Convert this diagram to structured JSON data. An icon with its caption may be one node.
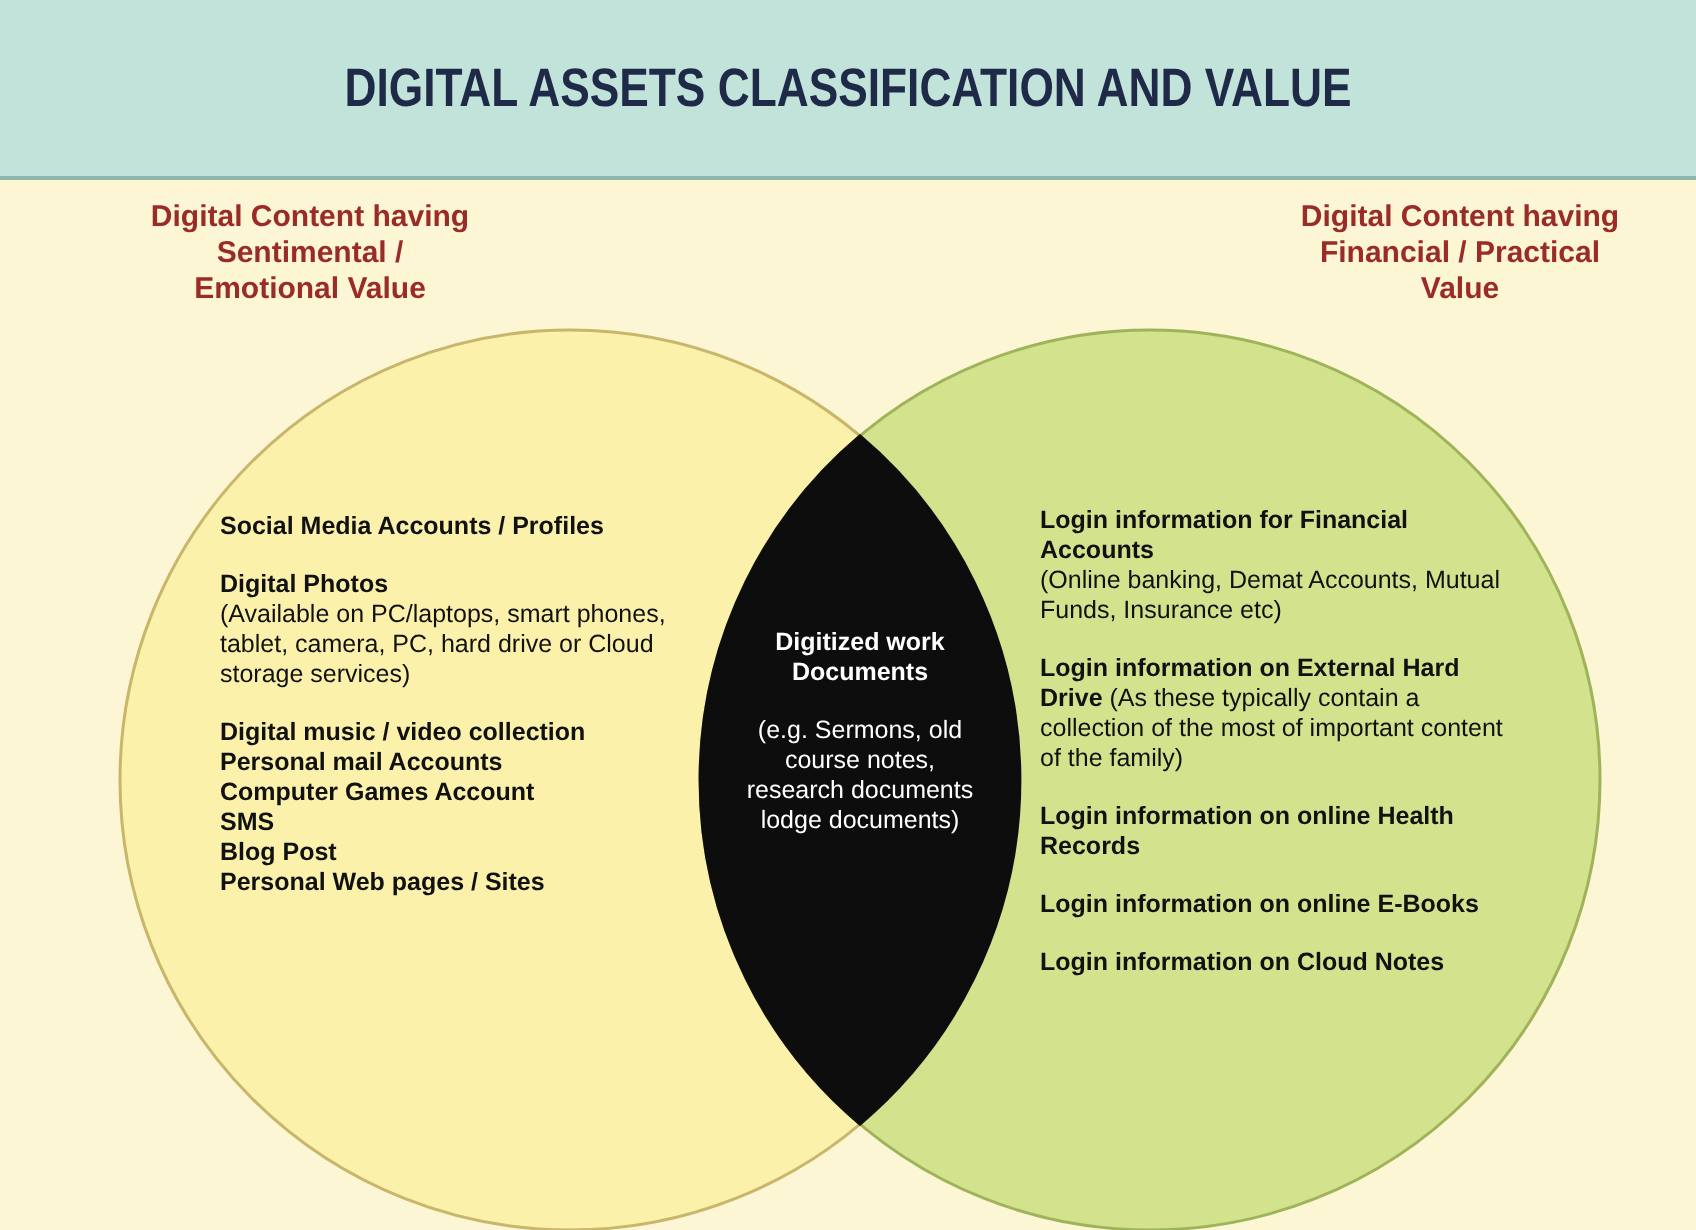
{
  "diagram": {
    "title": "DIGITAL ASSETS CLASSIFICATION AND VALUE",
    "nodes": [
      {
        "text": [
          "Digital Content having Sentimental / Emotional Value",
          "Social Media Accounts / Profiles",
          "Digital Photos",
          "(Available on PC/laptops, smart phones, tablet, camera, PC, hard drive or Cloud storage services)",
          "Digital music / video collection",
          "Personal mail Accounts",
          "Computer Games Account",
          "SMS",
          "Blog Post",
          "Personal Web pages / Sites"
        ]
      },
      {
        "text": [
          "Digital Content having Financial / Practical Value",
          "Login information for Financial Accounts",
          "(Online banking, Demat Accounts, Mutual Funds, Insurance etc)",
          "**Login information on External Hard Drive** (As these typically contain a collection of the most of important content of the family)",
          "Login information on online Health Records",
          "Login information on online E-Books",
          "Login information on Cloud Notes"
        ]
      },
      {
        "text": [
          "Digitized work Documents",
          "(e.g. Sermons, old course notes, research documents lodge documents)"
        ]
      }
    ],
    "edges": []
  }
}
